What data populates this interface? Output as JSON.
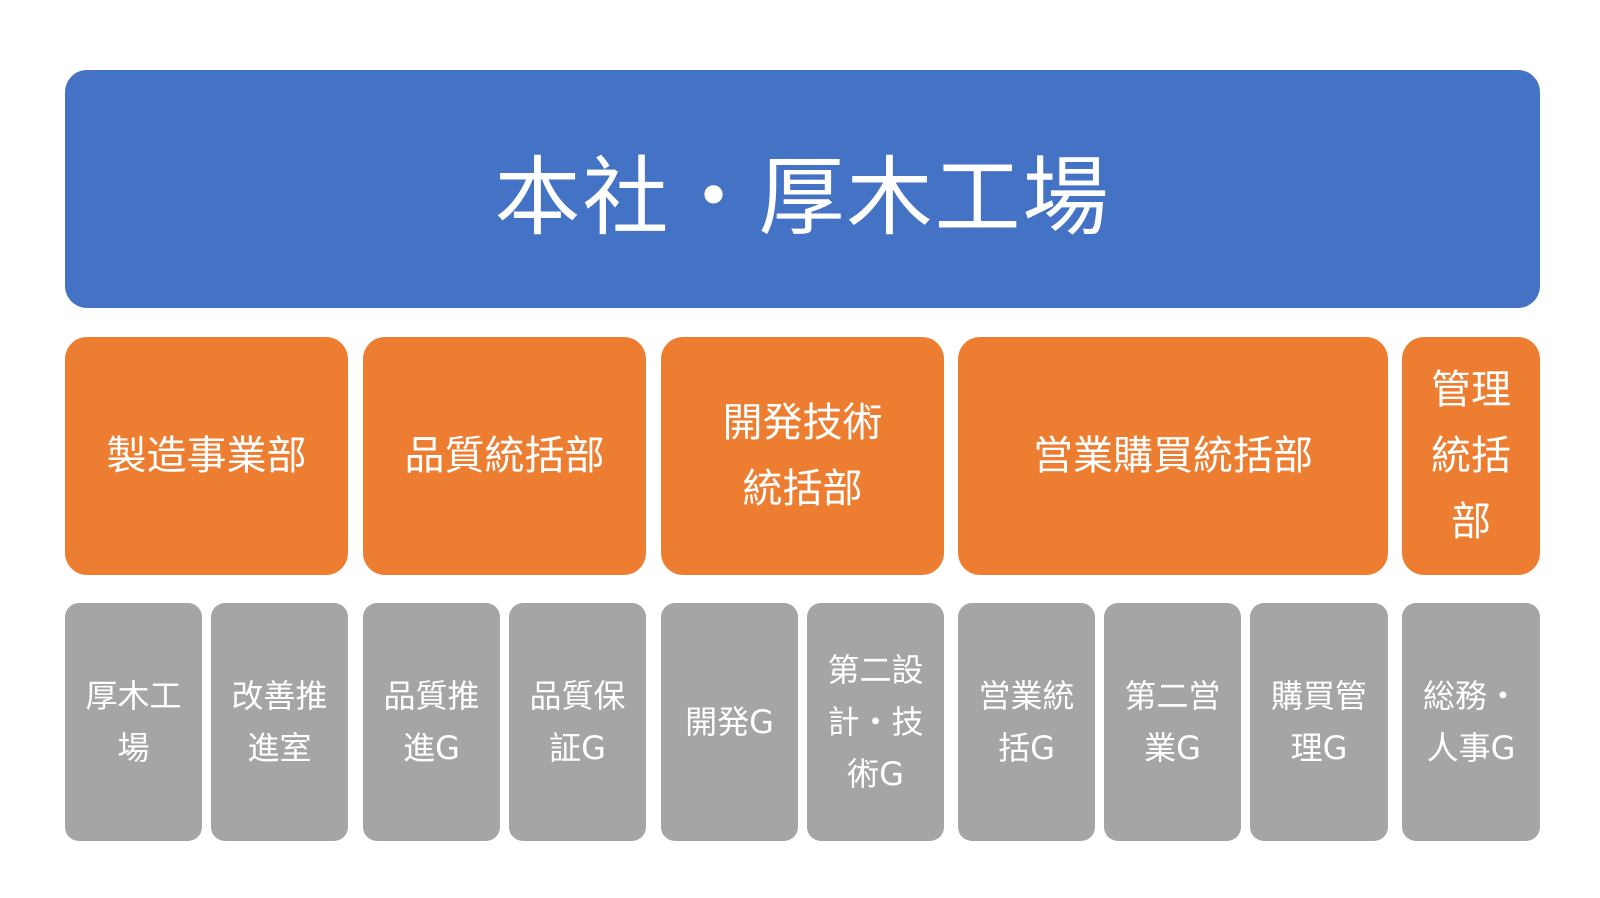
{
  "headquarters": {
    "label": "本社・厚木工場"
  },
  "divisions": [
    {
      "label": "製造事業部"
    },
    {
      "label": "品質統括部"
    },
    {
      "label": "開発技術統括部"
    },
    {
      "label": "営業購買統括部"
    },
    {
      "label": "管理統括部"
    }
  ],
  "groups": [
    {
      "label": "厚木工場"
    },
    {
      "label": "改善推進室"
    },
    {
      "label": "品質推進G"
    },
    {
      "label": "品質保証G"
    },
    {
      "label": "開発G"
    },
    {
      "label": "第二設計・技術G"
    },
    {
      "label": "営業統括G"
    },
    {
      "label": "第二営業G"
    },
    {
      "label": "購買管理G"
    },
    {
      "label": "総務・人事G"
    }
  ],
  "colors": {
    "headquarters": "#4472c4",
    "division": "#ed7d31",
    "group": "#a5a5a5",
    "text": "#ffffff"
  }
}
